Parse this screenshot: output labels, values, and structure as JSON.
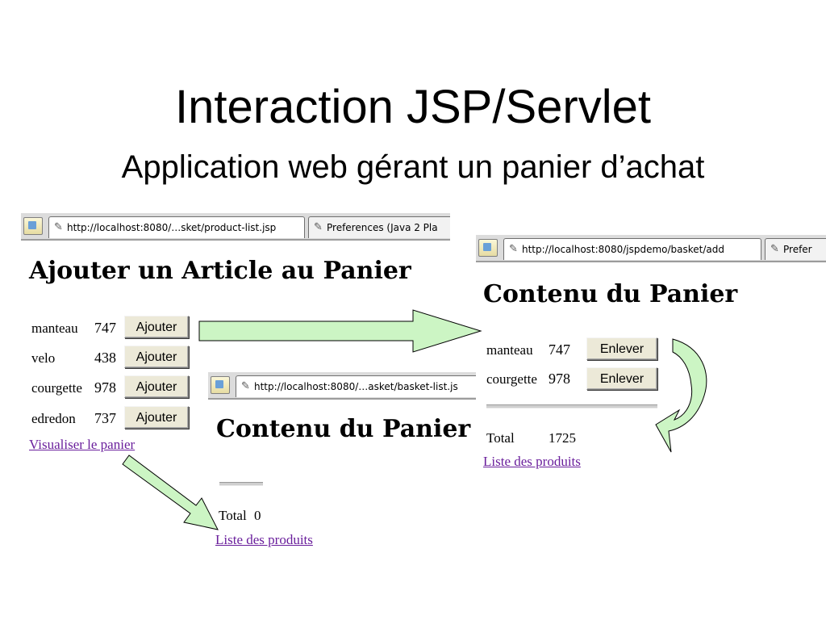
{
  "slide": {
    "title": "Interaction JSP/Servlet",
    "subtitle": "Application web gérant un panier d’achat"
  },
  "product_window": {
    "tabs": [
      {
        "label": "http://localhost:8080/…sket/product-list.jsp",
        "active": true
      },
      {
        "label": "Preferences (Java 2 Pla",
        "active": false
      }
    ],
    "heading": "Ajouter un Article au Panier",
    "items": [
      {
        "name": "manteau",
        "qty": "747",
        "button": "Ajouter"
      },
      {
        "name": "velo",
        "qty": "438",
        "button": "Ajouter"
      },
      {
        "name": "courgette",
        "qty": "978",
        "button": "Ajouter"
      },
      {
        "name": "edredon",
        "qty": "737",
        "button": "Ajouter"
      }
    ],
    "link": "Visualiser le panier"
  },
  "empty_basket_window": {
    "tabs": [
      {
        "label": "http://localhost:8080/…asket/basket-list.js",
        "active": true
      }
    ],
    "heading": "Contenu du Panier",
    "total_label": "Total",
    "total_value": "0",
    "link": "Liste des produits"
  },
  "basket_window": {
    "tabs": [
      {
        "label": "http://localhost:8080/jspdemo/basket/add",
        "active": true
      },
      {
        "label": "Prefer",
        "active": false
      }
    ],
    "heading": "Contenu du Panier",
    "items": [
      {
        "name": "manteau",
        "qty": "747",
        "button": "Enlever"
      },
      {
        "name": "courgette",
        "qty": "978",
        "button": "Enlever"
      }
    ],
    "total_label": "Total",
    "total_value": "1725",
    "link": "Liste des produits"
  },
  "colors": {
    "arrow_fill": "#ccf5c4",
    "link": "#6a1f9c",
    "button_face": "#ece9d8",
    "tab_bar": "#dcdcdc"
  },
  "icons": [
    "home-tab-icon",
    "page-tab-icon"
  ]
}
